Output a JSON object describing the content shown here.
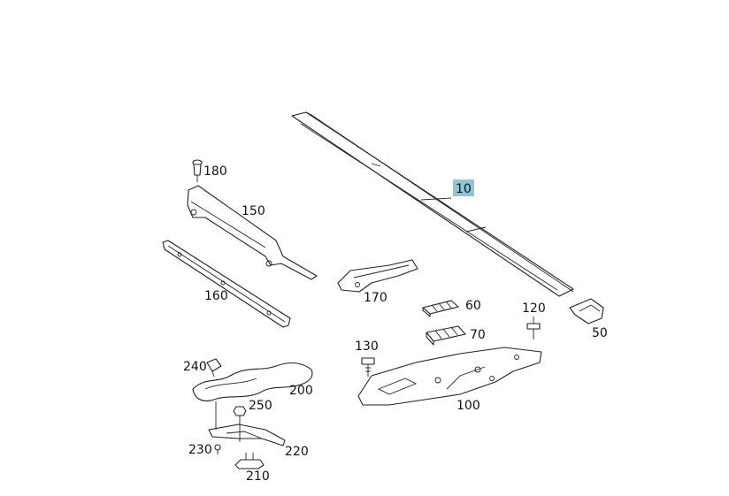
{
  "diagram": {
    "colors": {
      "highlight": "#8ec6d6",
      "line": "#222222",
      "background": "#ffffff"
    },
    "callouts": {
      "p10": "10",
      "p50": "50",
      "p60": "60",
      "p70": "70",
      "p100": "100",
      "p120": "120",
      "p130": "130",
      "p150": "150",
      "p160": "160",
      "p170": "170",
      "p180": "180",
      "p200": "200",
      "p210": "210",
      "p220": "220",
      "p230": "230",
      "p240": "240",
      "p250": "250"
    },
    "highlighted": "p10"
  }
}
